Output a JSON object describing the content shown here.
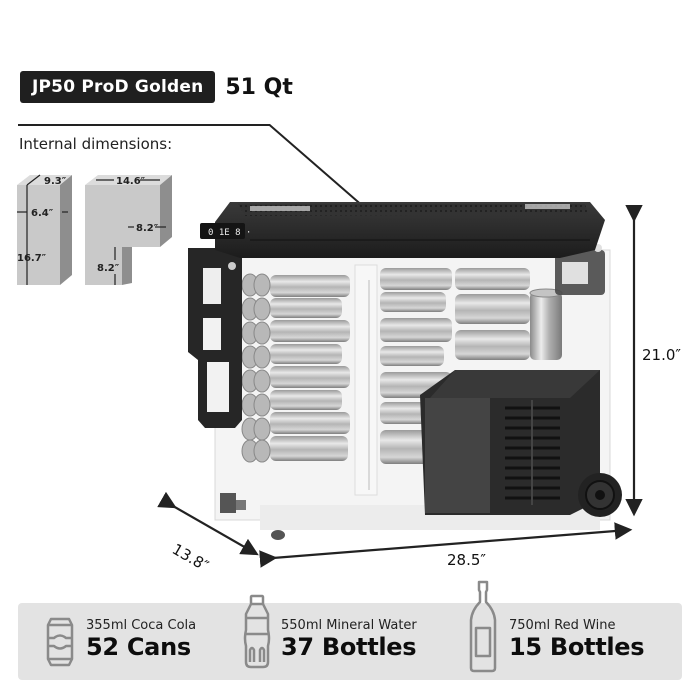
{
  "header": {
    "model_name": "JP50 ProD Golden",
    "capacity": "51 Qt"
  },
  "internal_dimensions": {
    "label": "Internal dimensions:",
    "left_block": {
      "depth": "9.3″",
      "upper_height": "6.4″",
      "total_height": "16.7″"
    },
    "right_block": {
      "width": "14.6″",
      "step_width": "8.2″",
      "lower_height": "8.2″"
    }
  },
  "external_dimensions": {
    "height": "21.0″",
    "length": "28.5″",
    "depth": "13.8″"
  },
  "capacity_stats": [
    {
      "icon": "can-icon",
      "subtitle": "355ml Coca Cola",
      "value": "52 Cans"
    },
    {
      "icon": "water-bottle-icon",
      "subtitle": "550ml Mineral Water",
      "value": "37 Bottles"
    },
    {
      "icon": "wine-bottle-icon",
      "subtitle": "750ml Red Wine",
      "value": "15 Bottles"
    }
  ],
  "colors": {
    "badge_bg": "#1f1f1f",
    "panel_bg": "#e3e3e3",
    "icon_stroke": "#8a8a8a",
    "block_face": "#c9c9c9",
    "block_side": "#8e8e8e"
  }
}
